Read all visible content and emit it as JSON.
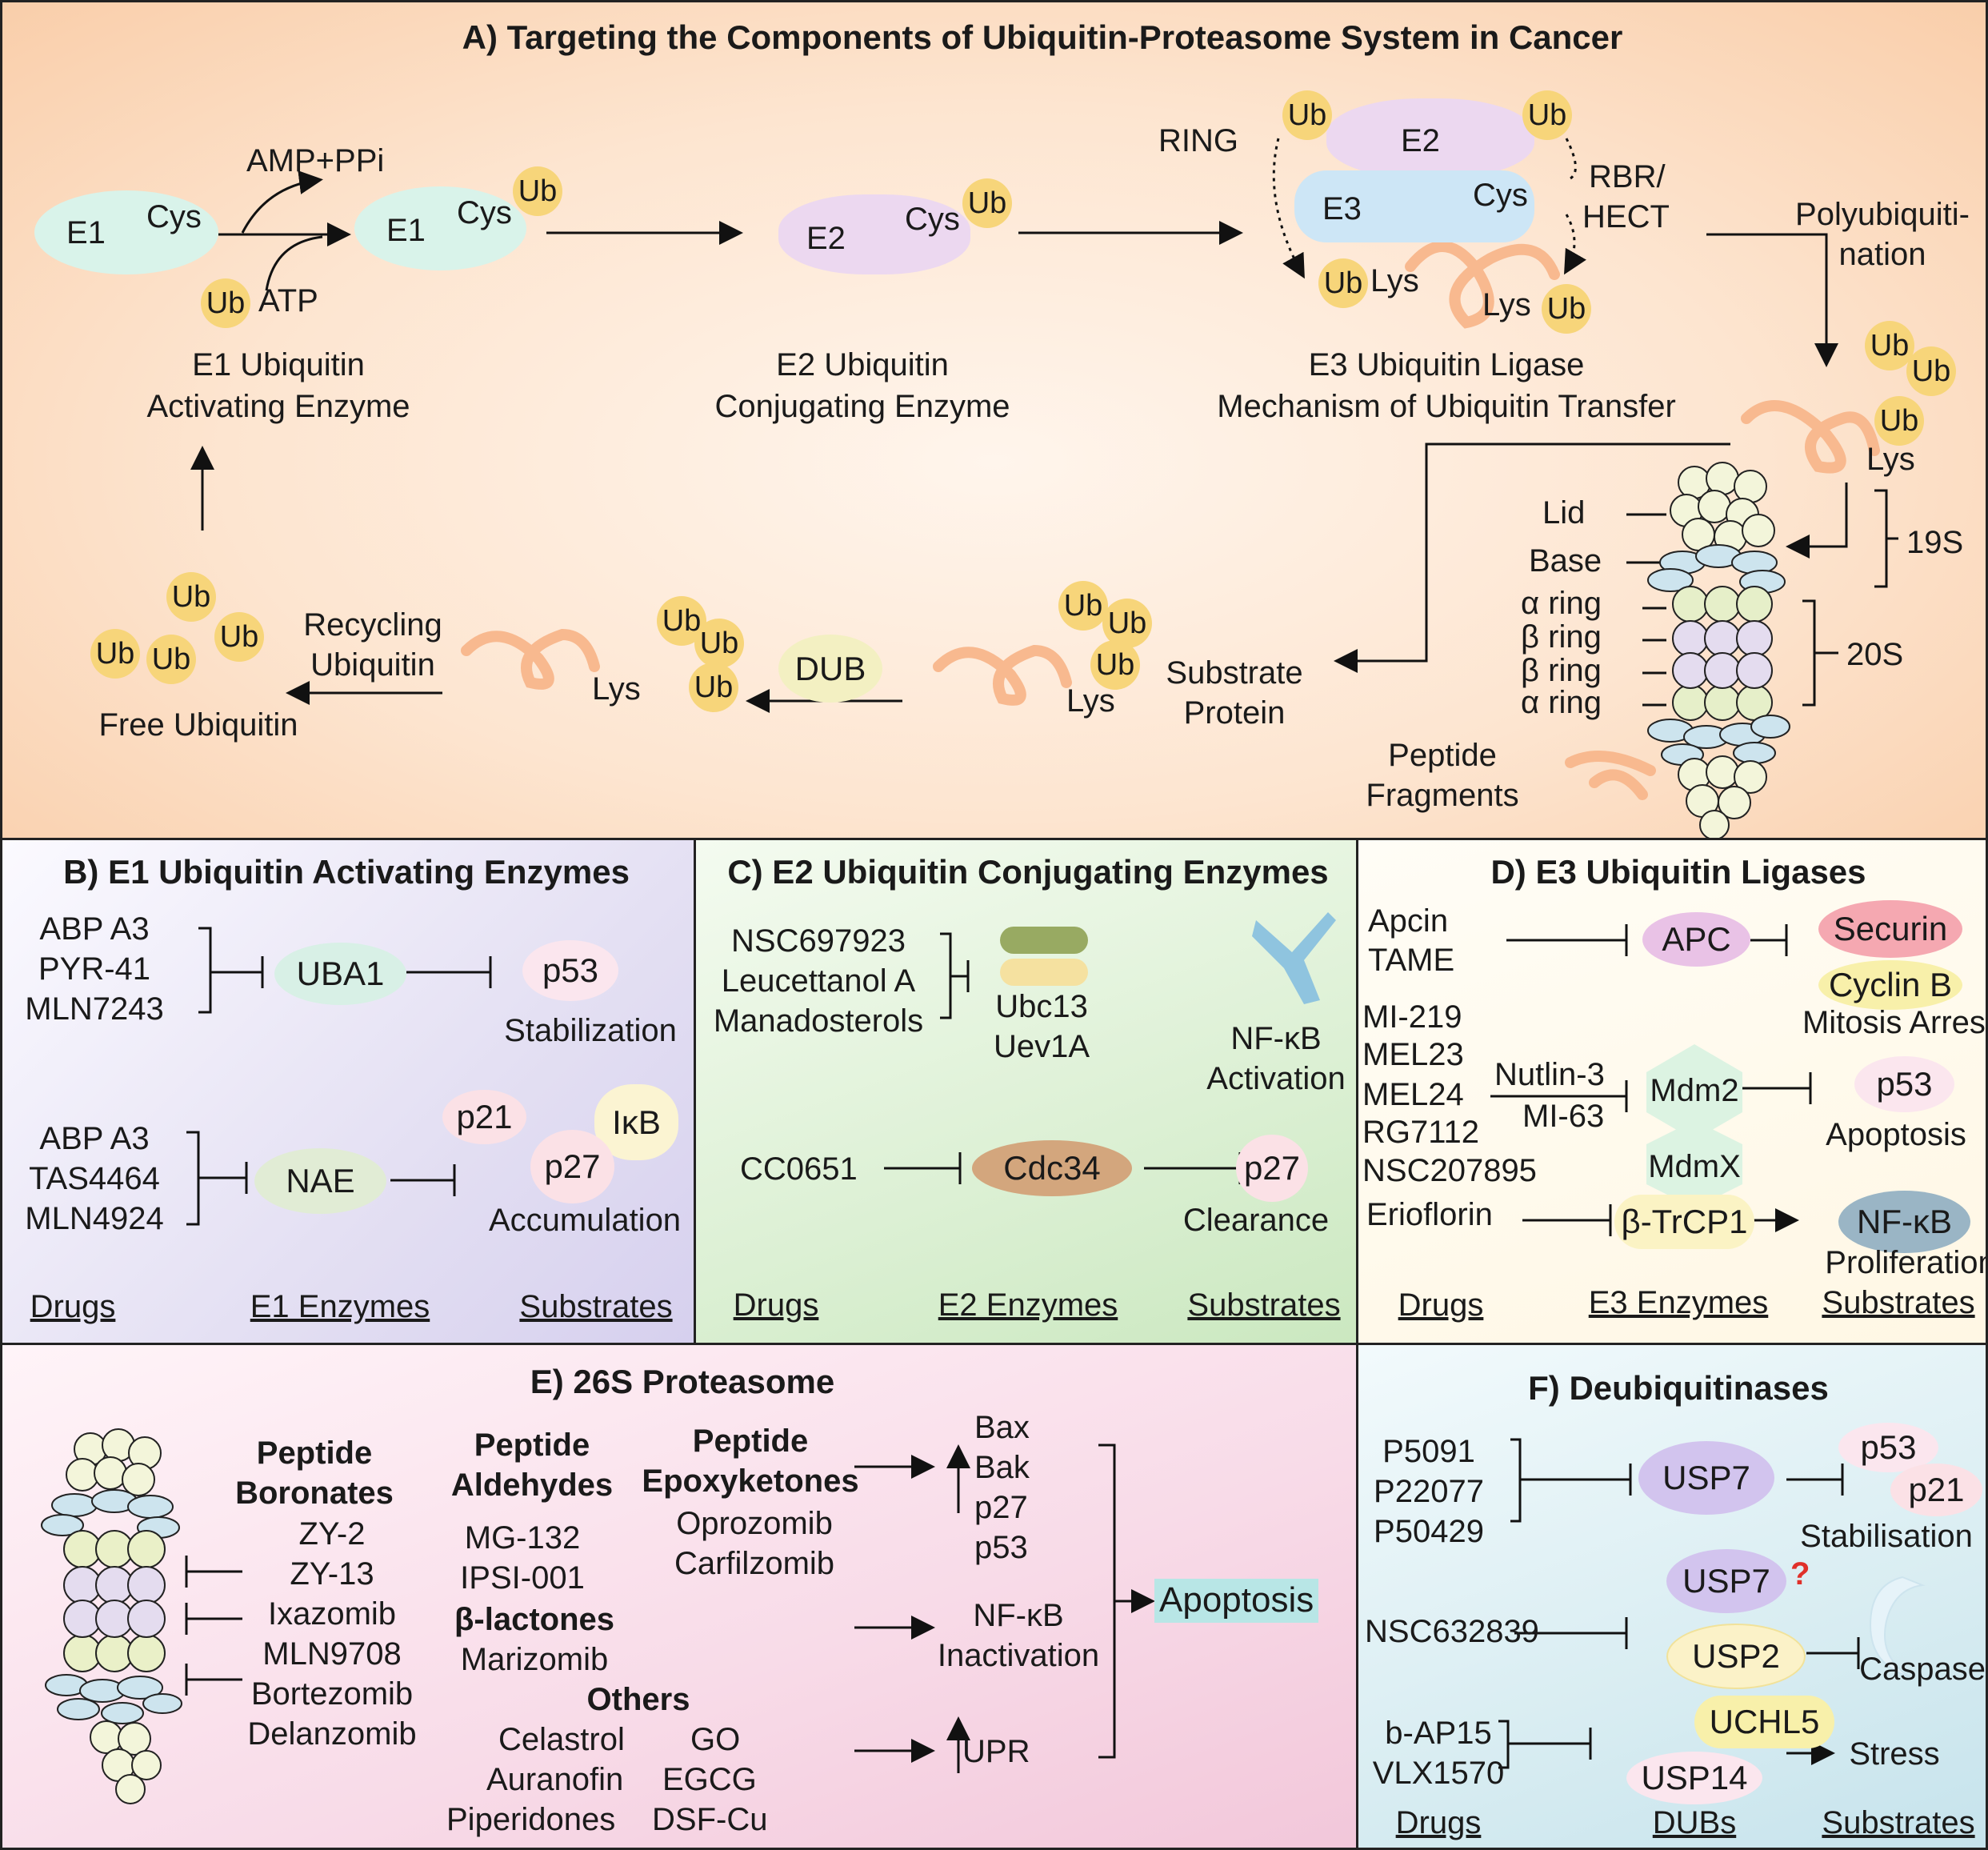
{
  "panelA": {
    "title": "A) Targeting the Components of Ubiquitin-Proteasome System in Cancer",
    "ub": "Ub",
    "e1": "E1",
    "cys": "Cys",
    "e2": "E2",
    "e3": "E3",
    "lys": "Lys",
    "amp": "AMP+PPi",
    "atp": "ATP",
    "e1_caption": [
      "E1 Ubiquitin",
      "Activating Enzyme"
    ],
    "e2_caption": [
      "E2 Ubiquitin",
      "Conjugating Enzyme"
    ],
    "e3_caption": [
      "E3 Ubiquitin Ligase",
      "Mechanism of Ubiquitin Transfer"
    ],
    "ring": "RING",
    "rbr": [
      "RBR/",
      "HECT"
    ],
    "polyub": [
      "Polyubiquiti-",
      "nation"
    ],
    "lid": "Lid",
    "base": "Base",
    "s19": "19S",
    "s20": "20S",
    "rings": [
      "α ring",
      "β ring",
      "β ring",
      "α ring"
    ],
    "peptide": [
      "Peptide",
      "Fragments"
    ],
    "substrate": [
      "Substrate",
      "Protein"
    ],
    "dub": "DUB",
    "recycling": [
      "Recycling",
      "Ubiquitin"
    ],
    "free_ub": "Free Ubiquitin"
  },
  "panelB": {
    "title": "B) E1 Ubiquitin Activating Enzymes",
    "drugs1": [
      "ABP A3",
      "PYR-41",
      "MLN7243"
    ],
    "enzyme1": "UBA1",
    "substrate1": "p53",
    "outcome1": "Stabilization",
    "drugs2": [
      "ABP A3",
      "TAS4464",
      "MLN4924"
    ],
    "enzyme2": "NAE",
    "substrates2": [
      "p21",
      "IκB",
      "p27"
    ],
    "outcome2": "Accumulation",
    "footer": [
      "Drugs",
      "E1 Enzymes",
      "Substrates"
    ]
  },
  "panelC": {
    "title": "C) E2 Ubiquitin Conjugating Enzymes",
    "drugs1": [
      "NSC697923",
      "Leucettanol A",
      "Manadosterols"
    ],
    "enzymes1": [
      "Ubc13",
      "Uev1A"
    ],
    "outcome1": [
      "NF-κB",
      "Activation"
    ],
    "drug2": "CC0651",
    "enzyme2": "Cdc34",
    "substrate2": "p27",
    "outcome2": "Clearance",
    "footer": [
      "Drugs",
      "E2 Enzymes",
      "Substrates"
    ]
  },
  "panelD": {
    "title": "D) E3 Ubiquitin Ligases",
    "drugs1": [
      "Apcin",
      "TAME"
    ],
    "enzyme1": "APC",
    "substrates1": [
      "Securin",
      "Cyclin B"
    ],
    "outcome1": "Mitosis Arrest",
    "drugs2": [
      "MI-219",
      "MEL23",
      "MEL24",
      "RG7112",
      "NSC207895"
    ],
    "inhib2": [
      "Nutlin-3",
      "MI-63"
    ],
    "enzymes2": [
      "Mdm2",
      "MdmX"
    ],
    "substrate2": "p53",
    "outcome2": "Apoptosis",
    "drug3": "Erioflorin",
    "enzyme3": "β-TrCP1",
    "substrate3": "NF-κB",
    "outcome3": "Proliferation",
    "footer": [
      "Drugs",
      "E3 Enzymes",
      "Substrates"
    ]
  },
  "panelE": {
    "title": "E) 26S Proteasome",
    "boronates_head": [
      "Peptide",
      "Boronates"
    ],
    "boronates": [
      "ZY-2",
      "ZY-13",
      "Ixazomib",
      "MLN9708",
      "Bortezomib",
      "Delanzomib"
    ],
    "aldehydes_head": [
      "Peptide",
      "Aldehydes"
    ],
    "aldehydes": [
      "MG-132",
      "IPSI-001"
    ],
    "lactones_head": "β-lactones",
    "lactones": [
      "Marizomib"
    ],
    "epoxy_head": [
      "Peptide",
      "Epoxyketones"
    ],
    "epoxy": [
      "Oprozomib",
      "Carfilzomib"
    ],
    "others_head": "Others",
    "others_rows": [
      [
        "Celastrol",
        "GO"
      ],
      [
        "Auranofin",
        "EGCG"
      ],
      [
        "Piperidones",
        "DSF-Cu"
      ]
    ],
    "up": [
      "Bax",
      "Bak",
      "p27",
      "p53"
    ],
    "nfkb": [
      "NF-κB",
      "Inactivation"
    ],
    "upr": "UPR",
    "apoptosis": "Apoptosis"
  },
  "panelF": {
    "title": "F) Deubiquitinases",
    "drugs1": [
      "P5091",
      "P22077",
      "P50429"
    ],
    "enzyme1": "USP7",
    "substrates1": [
      "p53",
      "p21"
    ],
    "outcome1": "Stabilisation",
    "drug2": "NSC632839",
    "enzymes2": [
      "USP7",
      "USP2"
    ],
    "question": "?",
    "outcome2": "Caspase",
    "drugs3": [
      "b-AP15",
      "VLX1570"
    ],
    "enzymes3": [
      "UCHL5",
      "USP14"
    ],
    "outcome3": "Stress",
    "footer": [
      "Drugs",
      "DUBs",
      "Substrates"
    ]
  },
  "colors": {
    "panelA_bg": "#fbd9bd",
    "panelB_bg": "#e4e0f3",
    "panelC_bg": "#dcf0d4",
    "panelD_bg": "#fff7e4",
    "panelE_bg": "#f8dbe8",
    "panelF_bg": "#d9edf2",
    "ub": "#f7d57a",
    "apoptosis": "#b8e6e6",
    "question": "#e0302a"
  }
}
